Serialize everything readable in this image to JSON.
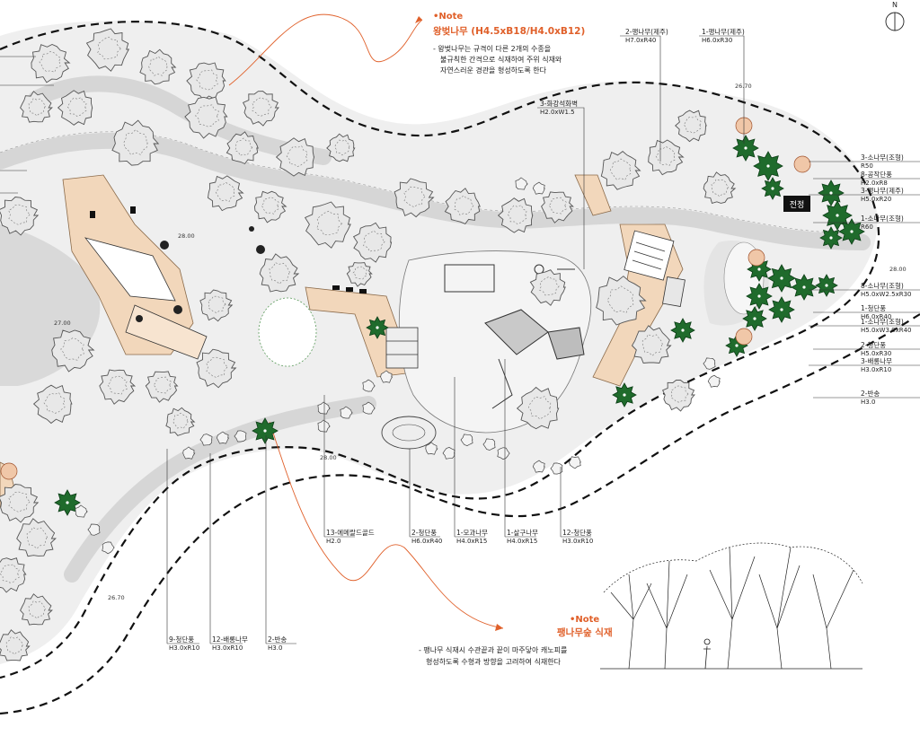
{
  "north": {
    "letter": "N"
  },
  "notes": [
    {
      "head": "•Note",
      "title": "왕벚나무 (H4.5xB18/H4.0xB12)",
      "lines": [
        "- 왕벚나무는 규격이 다른 2개의 수종을",
        "불규칙한 간격으로 식재하여 주위 식재와",
        "자연스러운 경관을 형성하도록 한다"
      ]
    },
    {
      "head": "•Note",
      "title": "팽나무숲 식재",
      "lines": [
        "- 팽나무 식재시 수관끝과 끝이 마주닿아 캐노피를",
        "형성하도록 수형과 방향을 고려하여 식재한다"
      ]
    }
  ],
  "top_labels": [
    {
      "name": "2-팽나무(제주)",
      "spec": "H7.0xR40"
    },
    {
      "name": "1-팽나무(제주)",
      "spec": "H6.0xR30"
    },
    {
      "name": "3-화강석화벽",
      "spec": "H2.0xW1.5"
    }
  ],
  "right_labels": [
    {
      "name": "3-소나무(조형)",
      "spec": "R50"
    },
    {
      "name": "8-공작단풍",
      "spec": "H2.0xR8"
    },
    {
      "name": "3-팽나무(제주)",
      "spec": "H5.0xR20"
    },
    {
      "name": "1-소나무(조형)",
      "spec": "R60"
    },
    {
      "name": "8-소나무(조형)",
      "spec": "H5.0xW2.5xR30"
    },
    {
      "name": "1-청단풍",
      "spec": "H6.0xR40"
    },
    {
      "name": "1-소나무(조형)",
      "spec": "H5.0xW3.0xR40"
    },
    {
      "name": "2-청단풍",
      "spec": "H5.0xR30"
    },
    {
      "name": "3-배롱나무",
      "spec": "H3.0xR10"
    },
    {
      "name": "2-반송",
      "spec": "H3.0"
    }
  ],
  "bottom_labels": [
    {
      "name": "13-에메랄드골드",
      "spec": "H2.0"
    },
    {
      "name": "2-청단풍",
      "spec": "H6.0xR40"
    },
    {
      "name": "1-모과나무",
      "spec": "H4.0xR15"
    },
    {
      "name": "1-살구나무",
      "spec": "H4.0xR15"
    },
    {
      "name": "12-청단풍",
      "spec": "H3.0xR10"
    },
    {
      "name": "9-청단풍",
      "spec": "H3.0xR10"
    },
    {
      "name": "12-배롱나무",
      "spec": "H3.0xR10"
    },
    {
      "name": "2-반송",
      "spec": "H3.0"
    }
  ],
  "shelter_label": "전정",
  "elevations": [
    "26.70",
    "28.00",
    "27.00",
    "28.00",
    "28.00",
    "26.70"
  ]
}
